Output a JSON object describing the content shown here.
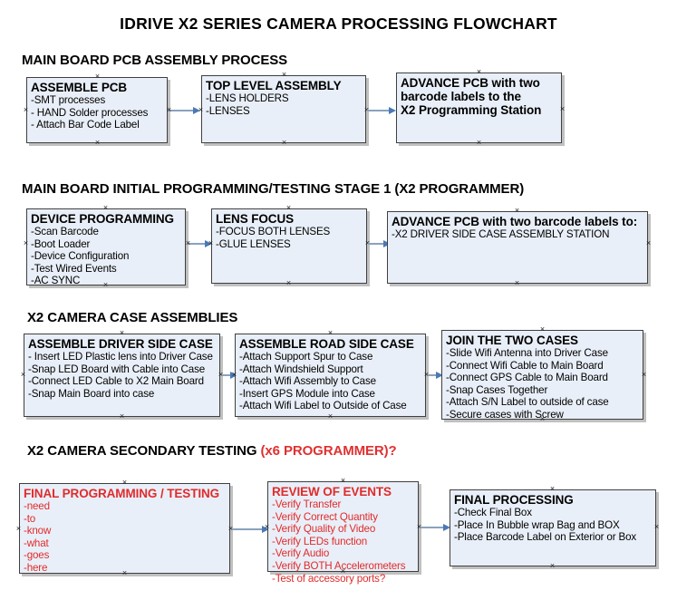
{
  "document": {
    "title": "IDRIVE X2  SERIES CAMERA PROCESSING FLOWCHART"
  },
  "sections": [
    {
      "id": "main-board-pcb-assembly",
      "title": "MAIN BOARD PCB ASSEMBLY PROCESS",
      "title_accent": "",
      "boxes": [
        {
          "id": "assemble-pcb",
          "header": "ASSEMBLE PCB",
          "lines": [
            "-SMT processes",
            "- HAND Solder processes",
            "- Attach Bar Code Label"
          ]
        },
        {
          "id": "top-level-assembly",
          "header": "TOP LEVEL ASSEMBLY",
          "lines": [
            "-LENS HOLDERS",
            "-LENSES"
          ]
        },
        {
          "id": "advance-pcb-programming-station",
          "header": "ADVANCE PCB with two",
          "header2": "barcode labels to the",
          "header3": " X2 Programming Station",
          "lines": []
        }
      ]
    },
    {
      "id": "main-board-initial-programming",
      "title": "MAIN BOARD INITIAL PROGRAMMING/TESTING STAGE 1 (X2 PROGRAMMER)",
      "title_accent": "",
      "boxes": [
        {
          "id": "device-programming",
          "header": "DEVICE PROGRAMMING",
          "lines": [
            "-Scan Barcode",
            "-Boot Loader",
            "-Device Configuration",
            "-Test Wired Events",
            "-AC SYNC"
          ]
        },
        {
          "id": "lens-focus",
          "header": "LENS FOCUS",
          "lines": [
            "-FOCUS BOTH LENSES",
            "-GLUE LENSES"
          ]
        },
        {
          "id": "advance-pcb-driver-side-case",
          "header": "ADVANCE PCB with two barcode labels to:",
          "lines": [
            "-X2 DRIVER  SIDE  CASE  ASSEMBLY STATION"
          ]
        }
      ]
    },
    {
      "id": "x2-camera-case-assemblies",
      "title": "X2 CAMERA CASE ASSEMBLIES",
      "title_accent": "",
      "boxes": [
        {
          "id": "assemble-driver-side-case",
          "header": "ASSEMBLE DRIVER SIDE CASE",
          "lines": [
            "- Insert LED Plastic lens into Driver Case",
            "-Snap LED Board with Cable into Case",
            "-Connect LED Cable to X2 Main Board",
            "-Snap Main Board into case"
          ]
        },
        {
          "id": "assemble-road-side-case",
          "header": "ASSEMBLE ROAD SIDE CASE",
          "lines": [
            "-Attach Support Spur to Case",
            "-Attach Windshield Support",
            "-Attach Wifi Assembly to Case",
            "-Insert GPS Module into Case",
            "-Attach Wifi Label to Outside of Case"
          ]
        },
        {
          "id": "join-the-two-cases",
          "header": "JOIN THE TWO CASES",
          "lines": [
            "-Slide Wifi Antenna into Driver Case",
            "-Connect Wifi Cable to Main Board",
            "-Connect GPS Cable to Main Board",
            "-Snap Cases Together",
            "-Attach S/N Label to outside of case",
            "-Secure cases with Screw"
          ]
        }
      ]
    },
    {
      "id": "x2-camera-secondary-testing",
      "title": "X2 CAMERA SECONDARY TESTING ",
      "title_accent": "(x6 PROGRAMMER)?",
      "boxes": [
        {
          "id": "final-programming-testing",
          "header": "FINAL PROGRAMMING / TESTING",
          "lines": [
            "-need",
            "-to",
            "-know",
            "-what",
            "-goes",
            "-here"
          ]
        },
        {
          "id": "review-of-events",
          "header": "REVIEW OF EVENTS",
          "lines": [
            "-Verify Transfer",
            "-Verify Correct Quantity",
            "-Verify Quality of Video",
            "-Verify LEDs function",
            "-Verify Audio",
            "-Verify BOTH Accelerometers",
            "-Test of accessory ports?"
          ]
        },
        {
          "id": "final-processing",
          "header": "FINAL PROCESSING",
          "lines": [
            " -Check Final Box",
            "-Place In Bubble wrap Bag and BOX",
            "-Place Barcode Label on Exterior or Box"
          ]
        }
      ]
    }
  ],
  "colors": {
    "box_fill": "#e9eff8",
    "box_border": "#3f3f3f",
    "connector": "#8aa2bd",
    "arrowhead": "#4a7ab5",
    "accent_red": "#e02b2b",
    "text": "#000000"
  }
}
